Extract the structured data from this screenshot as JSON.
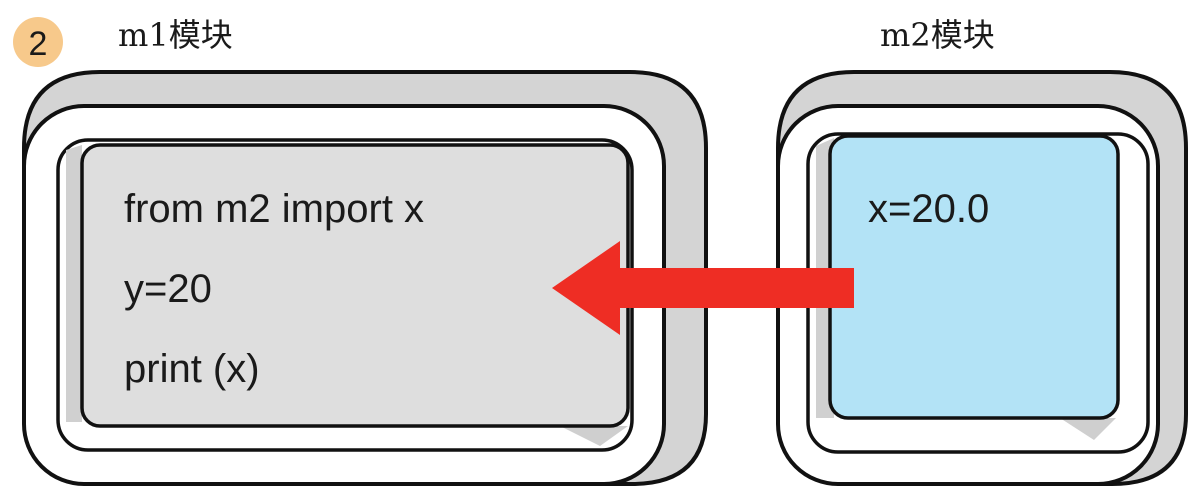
{
  "step_badge": "2",
  "modules": [
    {
      "title": "m1模块",
      "lines": [
        "from m2 import x",
        "y=20",
        "print (x)"
      ]
    },
    {
      "title": "m2模块",
      "lines": [
        "x=20.0"
      ]
    }
  ],
  "colors": {
    "badge_fill": "#f7c98b",
    "m1_inner": "#dedede",
    "m2_inner": "#b3e3f6",
    "shadow": "#d4d4d4",
    "arrow": "#ee2d24",
    "outline": "#111111"
  },
  "arrow_direction": "m2-to-m1",
  "arrow_meaning": "import"
}
